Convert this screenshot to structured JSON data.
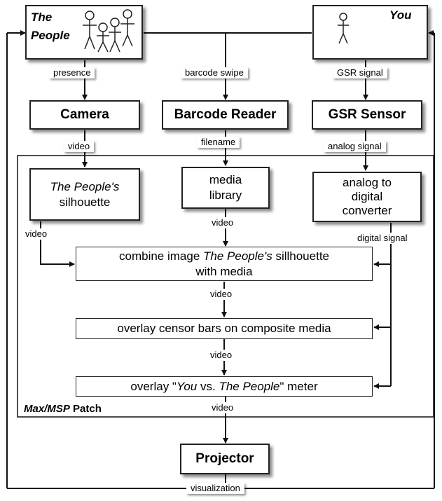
{
  "actors": {
    "people_line1": "The",
    "people_line2": "People",
    "you": "You"
  },
  "devices": {
    "camera": "Camera",
    "barcode_reader": "Barcode Reader",
    "gsr_sensor": "GSR Sensor",
    "projector": "Projector"
  },
  "edges": {
    "presence": "presence",
    "barcode_swipe": "barcode swipe",
    "gsr_signal": "GSR signal",
    "video_camera": "video",
    "filename": "filename",
    "analog_signal": "analog signal",
    "video_silhouette": "video",
    "video_media": "video",
    "digital_signal": "digital signal",
    "video_combine": "video",
    "video_overlay": "video",
    "video_patch": "video",
    "visualization": "visualization"
  },
  "patch": {
    "label_italic": "Max/MSP",
    "label_rest": " Patch",
    "silhouette_italic": "The People's",
    "silhouette_rest": "silhouette",
    "media_library_1": "media",
    "media_library_2": "library",
    "adc_1": "analog to",
    "adc_2": "digital",
    "adc_3": "converter",
    "combine_1": "combine image ",
    "combine_italic": "The People's",
    "combine_2": " sillhouette",
    "combine_3": "with media",
    "censor": "overlay censor bars on composite media",
    "meter_1": "overlay \"",
    "meter_you": "You",
    "meter_2": " vs. ",
    "meter_people": "The People",
    "meter_3": "\" meter"
  }
}
